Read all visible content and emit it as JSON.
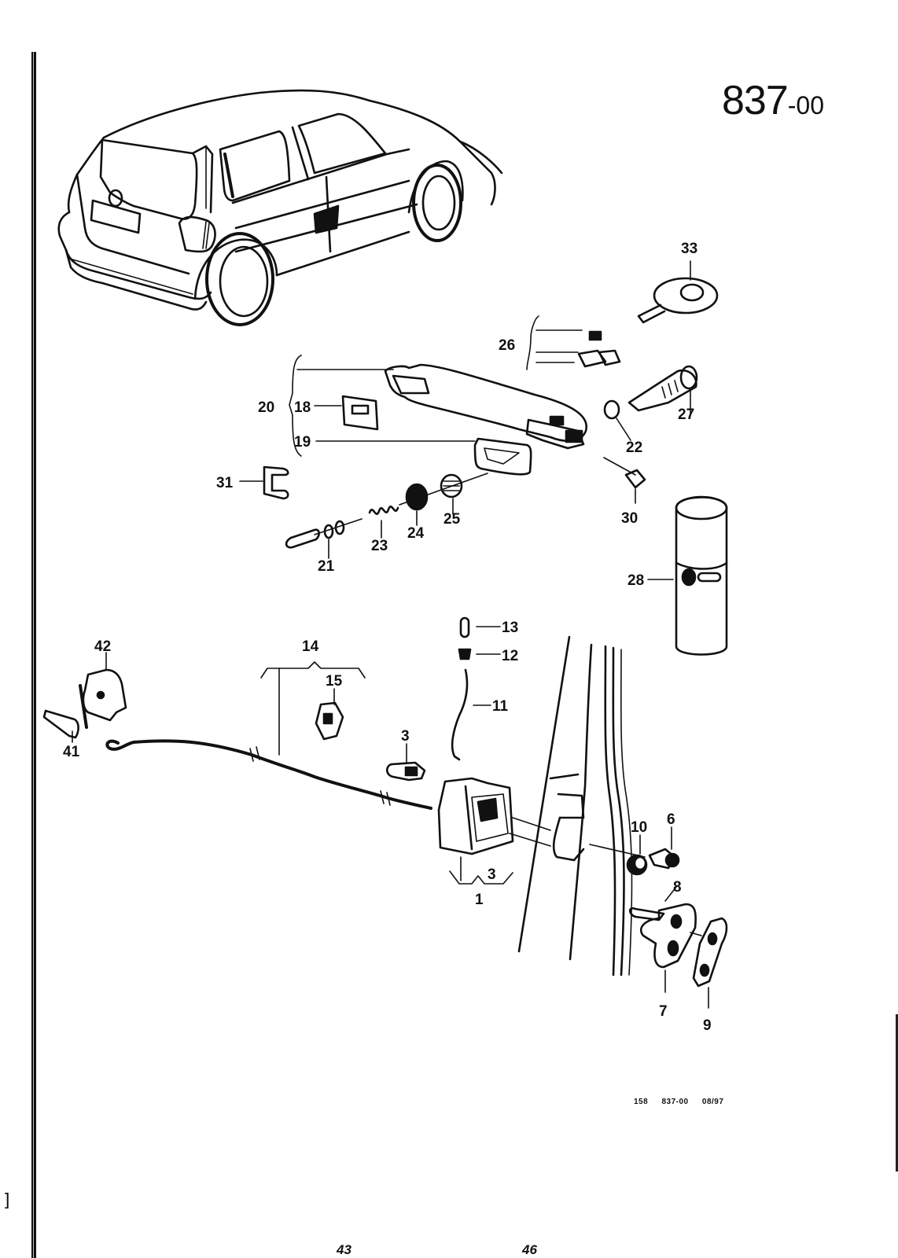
{
  "page": {
    "code_main": "837",
    "code_suffix": "-00",
    "footer_ref": "158 837-00 08/97",
    "bottom_numbers": [
      "43",
      "46"
    ],
    "margin_mark": "]"
  },
  "illustration": {
    "subject": "hatchback-car-rear-door-lock-exploded-view",
    "callouts": {
      "c1": "1",
      "c3a": "3",
      "c3b": "3",
      "c6": "6",
      "c7": "7",
      "c8": "8",
      "c9": "9",
      "c10": "10",
      "c11": "11",
      "c12": "12",
      "c13": "13",
      "c14": "14",
      "c15": "15",
      "c18": "18",
      "c19": "19",
      "c20": "20",
      "c21": "21",
      "c22": "22",
      "c23": "23",
      "c24": "24",
      "c25": "25",
      "c26": "26",
      "c27": "27",
      "c28": "28",
      "c30": "30",
      "c31": "31",
      "c33": "33",
      "c41": "41",
      "c42": "42"
    }
  }
}
